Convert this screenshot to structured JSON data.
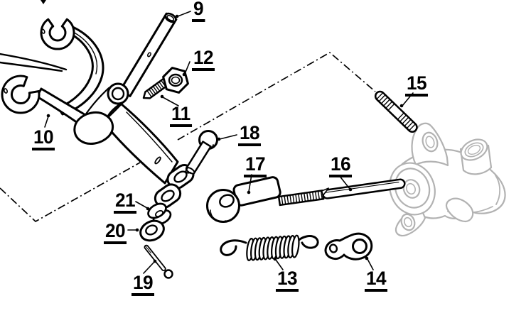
{
  "diagram": {
    "type": "exploded-parts-diagram",
    "colors": {
      "line": "#000000",
      "ghost_part": "#b2b2b2",
      "background": "#ffffff"
    },
    "part_labels": [
      {
        "number": "9"
      },
      {
        "number": "10"
      },
      {
        "number": "11"
      },
      {
        "number": "12"
      },
      {
        "number": "13"
      },
      {
        "number": "14"
      },
      {
        "number": "15"
      },
      {
        "number": "16"
      },
      {
        "number": "17"
      },
      {
        "number": "18"
      },
      {
        "number": "19"
      },
      {
        "number": "20"
      },
      {
        "number": "21"
      }
    ]
  }
}
